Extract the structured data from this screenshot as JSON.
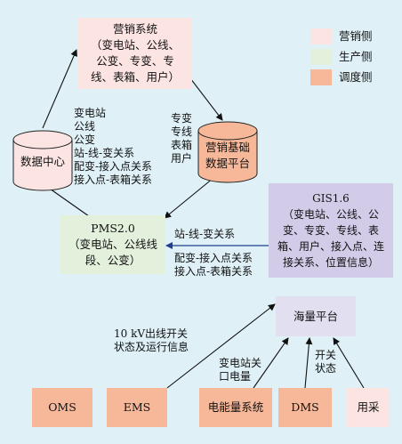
{
  "colors": {
    "background": "#dff1f7",
    "marketing": "#fbe4e1",
    "production": "#e2f0dc",
    "dispatch": "#f7b89a",
    "gis": "#d3cce9",
    "mass_platform": "#e1dff0"
  },
  "legend": [
    {
      "label": "营销侧",
      "color": "#fbe4e1"
    },
    {
      "label": "生产侧",
      "color": "#e2f0dc"
    },
    {
      "label": "调度侧",
      "color": "#f7b89a"
    }
  ],
  "nodes": {
    "marketing_system": "营销系统\n（变电站、公线、\n公变、专变、专\n线、表箱、用户）",
    "data_center": "数据中心",
    "marketing_platform": "营销基础\n数据平台",
    "pms": "PMS2.0\n（变电站、公线线\n段、公变）",
    "gis": "GIS1.6\n（变电站、公线、公\n变、专变、专线、表\n箱、用户、接入点、连\n接关系、位置信息）",
    "mass_platform": "海量平台",
    "oms": "OMS",
    "ems": "EMS",
    "energy_system": "电能量系统",
    "dms": "DMS",
    "yongcai": "用采"
  },
  "labels": {
    "dc_data": "变电站\n公线\n公变\n站-线-变关系\n配变-接入点关系\n接入点-表箱关系",
    "platform_data": "专变\n专线\n表箱\n用户",
    "gis_to_pms_top": "站-线-变关系",
    "gis_to_pms_bottom": "配变-接入点关系\n接入点-表箱关系",
    "ems_to_mass": "10 kV出线开关\n状态及运行信息",
    "energy_to_mass": "变电站关\n口电量",
    "dms_to_mass": "开关\n状态"
  }
}
